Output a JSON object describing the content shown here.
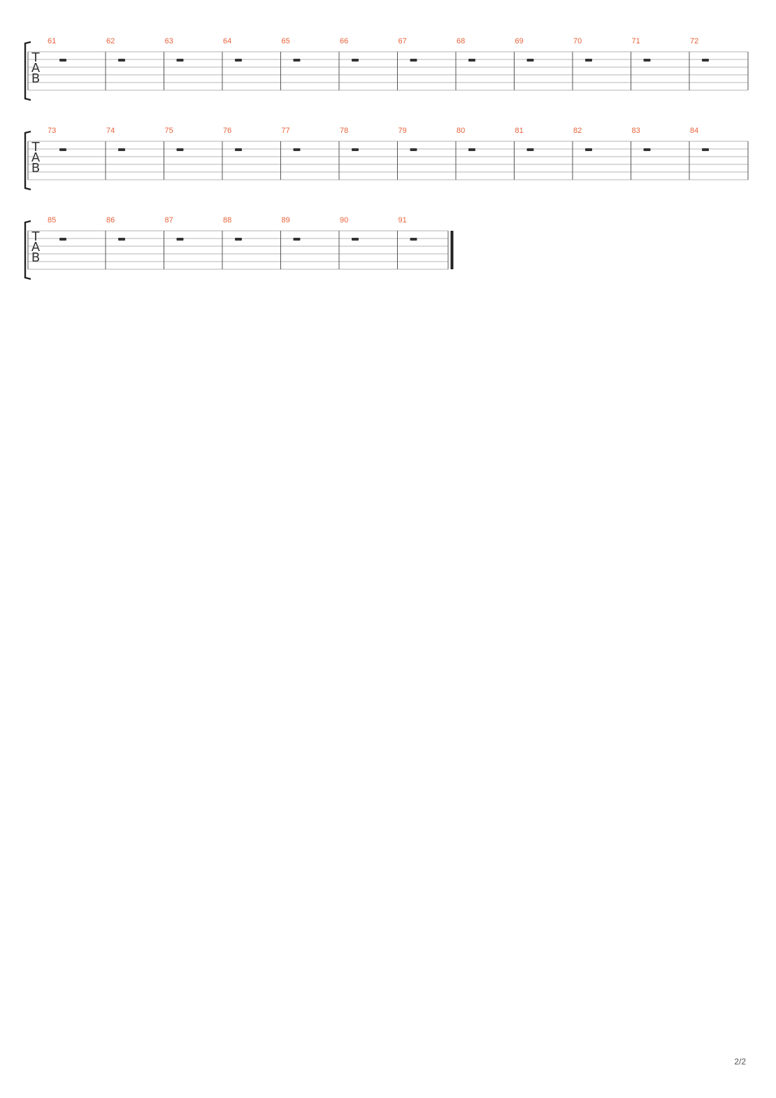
{
  "clef": [
    "T",
    "A",
    "B"
  ],
  "page_number": "2/2",
  "colors": {
    "bar_number": "#e8623a",
    "staff_line": "#b5b5b5",
    "barline": "#555555",
    "rest": "#333333",
    "bracket": "#222222"
  },
  "systems": [
    {
      "bars": [
        "61",
        "62",
        "63",
        "64",
        "65",
        "66",
        "67",
        "68",
        "69",
        "70",
        "71",
        "72"
      ],
      "rests": [
        "whole",
        "whole",
        "whole",
        "whole",
        "whole",
        "whole",
        "whole",
        "whole",
        "whole",
        "whole",
        "whole",
        "whole"
      ],
      "final_barline": false
    },
    {
      "bars": [
        "73",
        "74",
        "75",
        "76",
        "77",
        "78",
        "79",
        "80",
        "81",
        "82",
        "83",
        "84"
      ],
      "rests": [
        "whole",
        "whole",
        "whole",
        "whole",
        "whole",
        "whole",
        "whole",
        "whole",
        "whole",
        "whole",
        "whole",
        "whole"
      ],
      "final_barline": false
    },
    {
      "bars": [
        "85",
        "86",
        "87",
        "88",
        "89",
        "90",
        "91"
      ],
      "rests": [
        "whole",
        "whole",
        "whole",
        "whole",
        "whole",
        "whole",
        "whole"
      ],
      "final_barline": true
    }
  ]
}
